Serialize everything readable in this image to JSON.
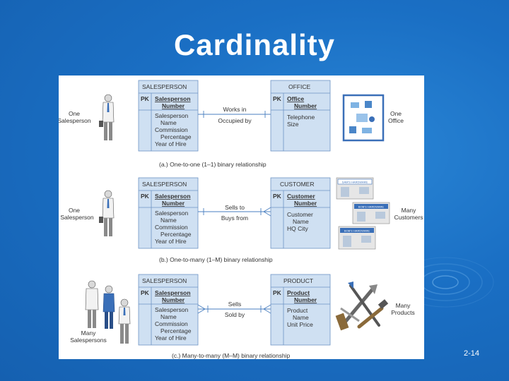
{
  "slide": {
    "title": "Cardinality",
    "page_number": "2-14"
  },
  "panels": [
    {
      "left_entity": {
        "name": "SALESPERSON",
        "pk_label": "PK",
        "pk_field": [
          "Salesperson",
          "Number"
        ],
        "attributes": [
          "Salesperson",
          "Name",
          "Commission",
          "Percentage",
          "Year of Hire"
        ]
      },
      "right_entity": {
        "name": "OFFICE",
        "pk_label": "PK",
        "pk_field": [
          "Office",
          "Number"
        ],
        "attributes": [
          "Telephone",
          "Size"
        ]
      },
      "relation_top": "Works in",
      "relation_bottom": "Occupied by",
      "left_caption": [
        "One",
        "Salesperson"
      ],
      "right_caption": [
        "One",
        "Office"
      ],
      "figure_caption": "(a.) One-to-one (1–1) binary relationship"
    },
    {
      "left_entity": {
        "name": "SALESPERSON",
        "pk_label": "PK",
        "pk_field": [
          "Salesperson",
          "Number"
        ],
        "attributes": [
          "Salesperson",
          "Name",
          "Commission",
          "Percentage",
          "Year of Hire"
        ]
      },
      "right_entity": {
        "name": "CUSTOMER",
        "pk_label": "PK",
        "pk_field": [
          "Customer",
          "Number"
        ],
        "attributes": [
          "Customer",
          "Name",
          "HQ City"
        ]
      },
      "relation_top": "Sells to",
      "relation_bottom": "Buys from",
      "left_caption": [
        "One",
        "Salesperson"
      ],
      "right_caption": [
        "Many",
        "Customers"
      ],
      "store_signs": [
        "SAM'S HARDWARE",
        "BOB'S HARDWARE",
        "BOB'S HARDWARE"
      ],
      "figure_caption": "(b.) One-to-many (1–M) binary relationship"
    },
    {
      "left_entity": {
        "name": "SALESPERSON",
        "pk_label": "PK",
        "pk_field": [
          "Salesperson",
          "Number"
        ],
        "attributes": [
          "Salesperson",
          "Name",
          "Commission",
          "Percentage",
          "Year of Hire"
        ]
      },
      "right_entity": {
        "name": "PRODUCT",
        "pk_label": "PK",
        "pk_field": [
          "Product",
          "Number"
        ],
        "attributes": [
          "Product",
          "Name",
          "Unit Price"
        ]
      },
      "relation_top": "Sells",
      "relation_bottom": "Sold by",
      "left_caption": [
        "Many",
        "Salespersons"
      ],
      "right_caption": [
        "Many",
        "Products"
      ],
      "figure_caption": "(c.) Many-to-many (M–M) binary relationship"
    }
  ]
}
